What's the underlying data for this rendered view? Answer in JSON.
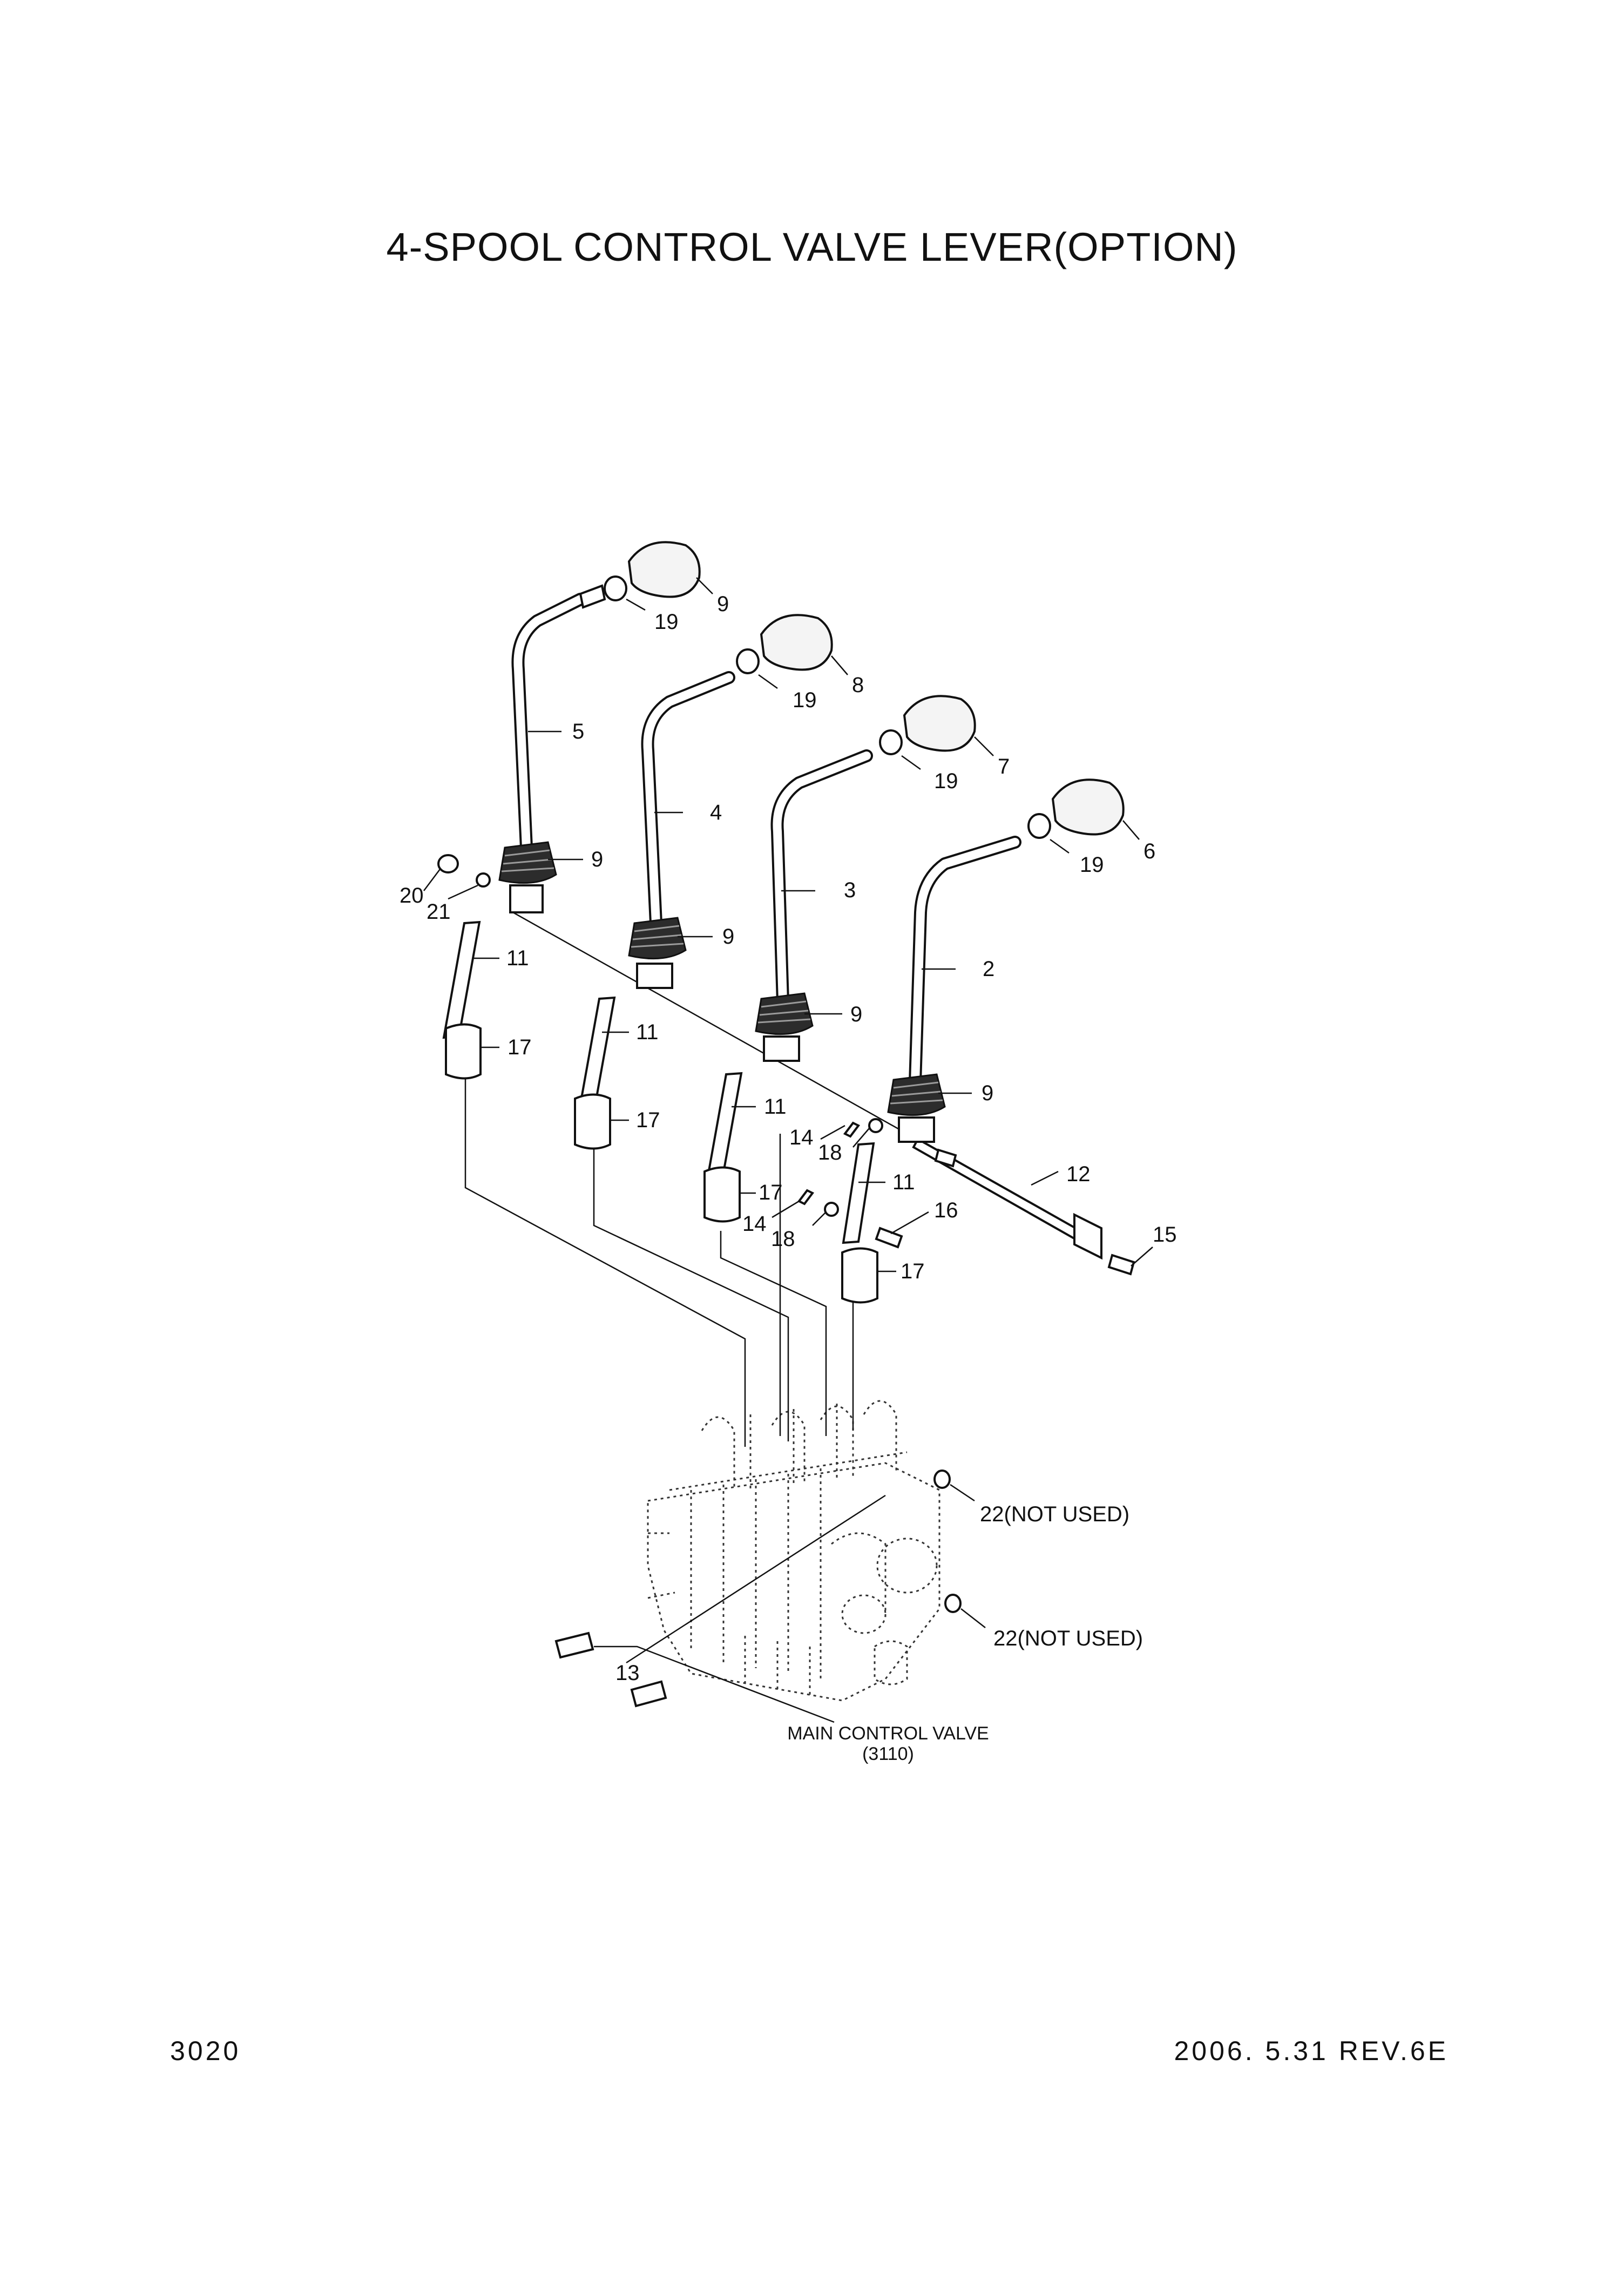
{
  "title": "4-SPOOL CONTROL VALVE LEVER(OPTION)",
  "page_number": "3020",
  "revision": "2006. 5.31  REV.6E",
  "main_control_valve": {
    "name": "MAIN CONTROL VALVE",
    "ref": "(3110)"
  },
  "callouts": {
    "n2": "2",
    "n3": "3",
    "n4": "4",
    "n5": "5",
    "n6": "6",
    "n7": "7",
    "n8": "8",
    "n9": "9",
    "n11": "11",
    "n12": "12",
    "n13": "13",
    "n14": "14",
    "n15": "15",
    "n16": "16",
    "n17": "17",
    "n18": "18",
    "n19": "19",
    "n20": "20",
    "n21": "21",
    "n22": "22(NOT USED)"
  }
}
